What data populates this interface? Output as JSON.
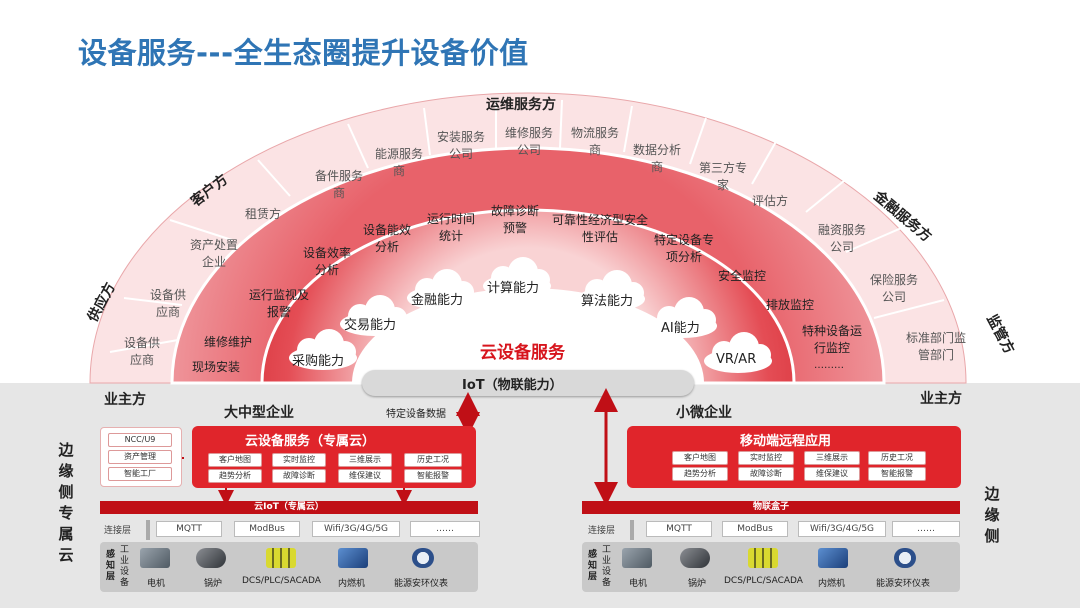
{
  "title": "设备服务---全生态圈提升设备价值",
  "arc": {
    "outer_ring_title": "运维服务方",
    "corner_labels": {
      "customer": "客户方",
      "supplier": "供应方",
      "finance": "金融服务方",
      "regulator": "监管方"
    },
    "outer_items": [
      "设备供应商",
      "设备供应商",
      "资产处置企业",
      "租赁方",
      "备件服务商",
      "能源服务商",
      "安装服务公司",
      "维修服务公司",
      "物流服务商",
      "数据分析商",
      "第三方专家",
      "评估方",
      "融资服务公司",
      "保险服务公司",
      "标准部门监管部门"
    ],
    "middle_items": [
      "现场安装",
      "维修维护",
      "运行监视及报警",
      "设备效率分析",
      "设备能效分析",
      "运行时间统计",
      "故障诊断预警",
      "可靠性经济型安全性评估",
      "特定设备专项分析",
      "安全监控",
      "排放监控",
      "特种设备运行监控",
      "………"
    ],
    "clouds": [
      "采购能力",
      "交易能力",
      "金融能力",
      "计算能力",
      "算法能力",
      "AI能力",
      "VR/AR"
    ],
    "center": "云设备服务",
    "iot": "IoT（物联能力）"
  },
  "bottom": {
    "left_owner": "业主方",
    "right_owner": "业主方",
    "left_side_label": "边缘侧专属云",
    "right_side_label": "边缘侧",
    "specific_data": "特定设备数据",
    "large": {
      "title": "大中型企业",
      "systems": [
        "NCC/U9",
        "资产管理",
        "智能工厂"
      ],
      "cloud_title": "云设备服务（专属云）",
      "features": [
        "客户地图",
        "实时监控",
        "三维展示",
        "历史工况",
        "趋势分析",
        "故障诊断",
        "维保建议",
        "智能报警"
      ],
      "iot_bar": "云IoT（专属云）",
      "conn_label": "连接层",
      "protocols": [
        "MQTT",
        "ModBus",
        "Wifi/3G/4G/5G",
        "……"
      ],
      "sense_label": "感知层",
      "devices_label": "工业设备",
      "devices": [
        "电机",
        "锅炉",
        "DCS/PLC/SACADA",
        "内燃机",
        "能源安环仪表"
      ]
    },
    "small": {
      "title": "小微企业",
      "app_title": "移动端远程应用",
      "features": [
        "客户地图",
        "实时监控",
        "三维展示",
        "历史工况",
        "趋势分析",
        "故障诊断",
        "维保建议",
        "智能报警"
      ],
      "iot_bar": "物联盒子",
      "conn_label": "连接层",
      "protocols": [
        "MQTT",
        "ModBus",
        "Wifi/3G/4G/5G",
        "……"
      ],
      "sense_label": "感知层",
      "devices_label": "工业设备",
      "devices": [
        "电机",
        "锅炉",
        "DCS/PLC/SACADA",
        "内燃机",
        "能源安环仪表"
      ]
    }
  }
}
